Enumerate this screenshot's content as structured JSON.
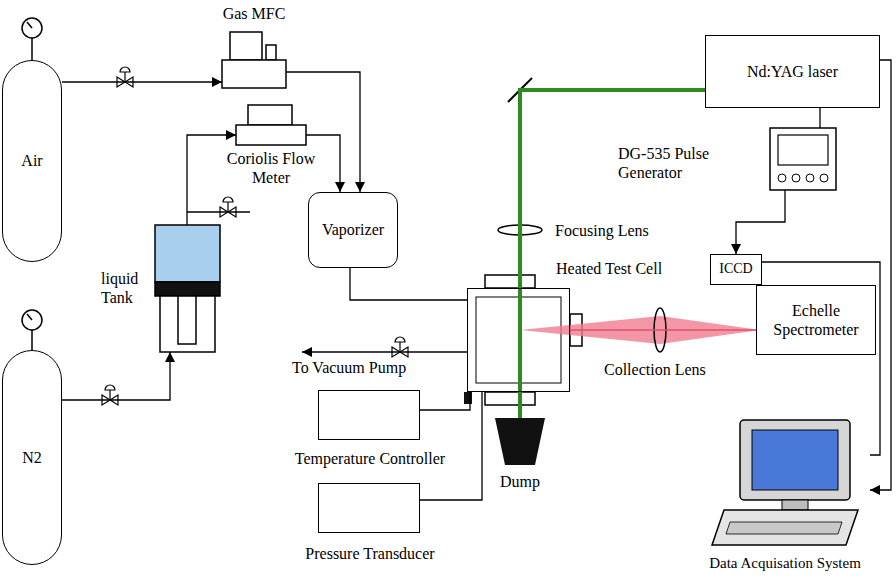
{
  "diagram": {
    "nodes": [
      {
        "text": [
          "Air"
        ]
      },
      {
        "text": [
          "Gas MFC"
        ]
      },
      {
        "text": [
          "Coriolis Flow Meter"
        ]
      },
      {
        "text": [
          "Vaporizer"
        ]
      },
      {
        "text": [
          "liquid Tank"
        ]
      },
      {
        "text": [
          "Nd:YAG laser"
        ]
      },
      {
        "text": [
          "DG-535 Pulse Generator"
        ]
      },
      {
        "text": [
          "Heated Test Cell"
        ]
      },
      {
        "text": [
          "ICCD"
        ]
      },
      {
        "text": [
          "Echelle Spectrometer"
        ]
      },
      {
        "text": [
          "N2"
        ]
      },
      {
        "text": [
          "Temperature Controller"
        ]
      },
      {
        "text": [
          "Dump"
        ]
      },
      {
        "text": [
          "Pressure Transducer"
        ]
      },
      {
        "text": [
          "Data Acquisation System"
        ]
      }
    ],
    "edges": [
      {
        "from": 0,
        "to": 1,
        "arrow": "to"
      },
      {
        "from": 1,
        "to": 3,
        "arrow": "to"
      },
      {
        "from": 2,
        "to": 3,
        "arrow": "to"
      },
      {
        "from": 10,
        "to": 4,
        "arrow": "to"
      },
      {
        "from": 4,
        "to": 2,
        "arrow": "to"
      },
      {
        "from": 3,
        "to": 7,
        "arrow": "none"
      },
      {
        "from": 5,
        "to": 7,
        "arrow": "none"
      },
      {
        "from": 7,
        "to": 12,
        "arrow": "none"
      },
      {
        "from": 7,
        "to": 9,
        "arrow": "none"
      },
      {
        "from": 11,
        "to": 7,
        "arrow": "none"
      },
      {
        "from": 13,
        "to": 7,
        "arrow": "none"
      },
      {
        "from": 6,
        "to": 8,
        "arrow": "to"
      },
      {
        "from": 6,
        "to": 5,
        "arrow": "none"
      },
      {
        "from": 8,
        "to": 14,
        "arrow": "none"
      },
      {
        "from": 5,
        "to": 14,
        "arrow": "to"
      }
    ],
    "labels": [
      "Focusing Lens",
      "Collection Lens",
      "To Vacuum Pump"
    ]
  }
}
